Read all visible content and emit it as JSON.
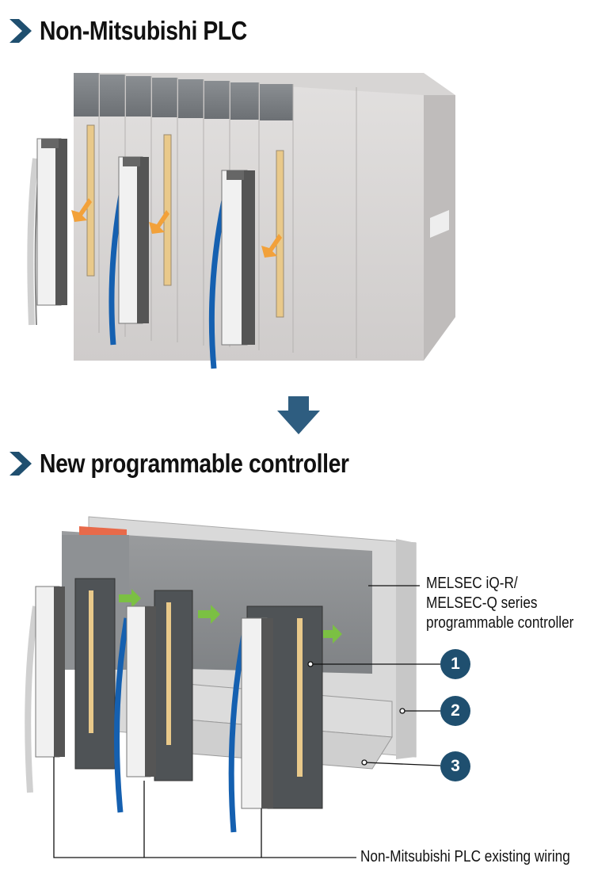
{
  "headings": {
    "top": "Non-Mitsubishi PLC",
    "bottom": "New programmable controller"
  },
  "labels": {
    "plc_line1": "MELSEC iQ-R/",
    "plc_line2": "MELSEC-Q series",
    "plc_line3": "programmable controller",
    "existing_wiring": "Non-Mitsubishi PLC existing wiring"
  },
  "badges": [
    "1",
    "2",
    "3"
  ],
  "colors": {
    "heading_chevron": "#1f4f6f",
    "arrow_orange": "#f2a13a",
    "arrow_green": "#7bc043",
    "cable_blue": "#1560b0",
    "badge": "#1f4f6f"
  },
  "icons": {
    "heading": "chevron-right-icon",
    "transition": "arrow-down-icon"
  }
}
